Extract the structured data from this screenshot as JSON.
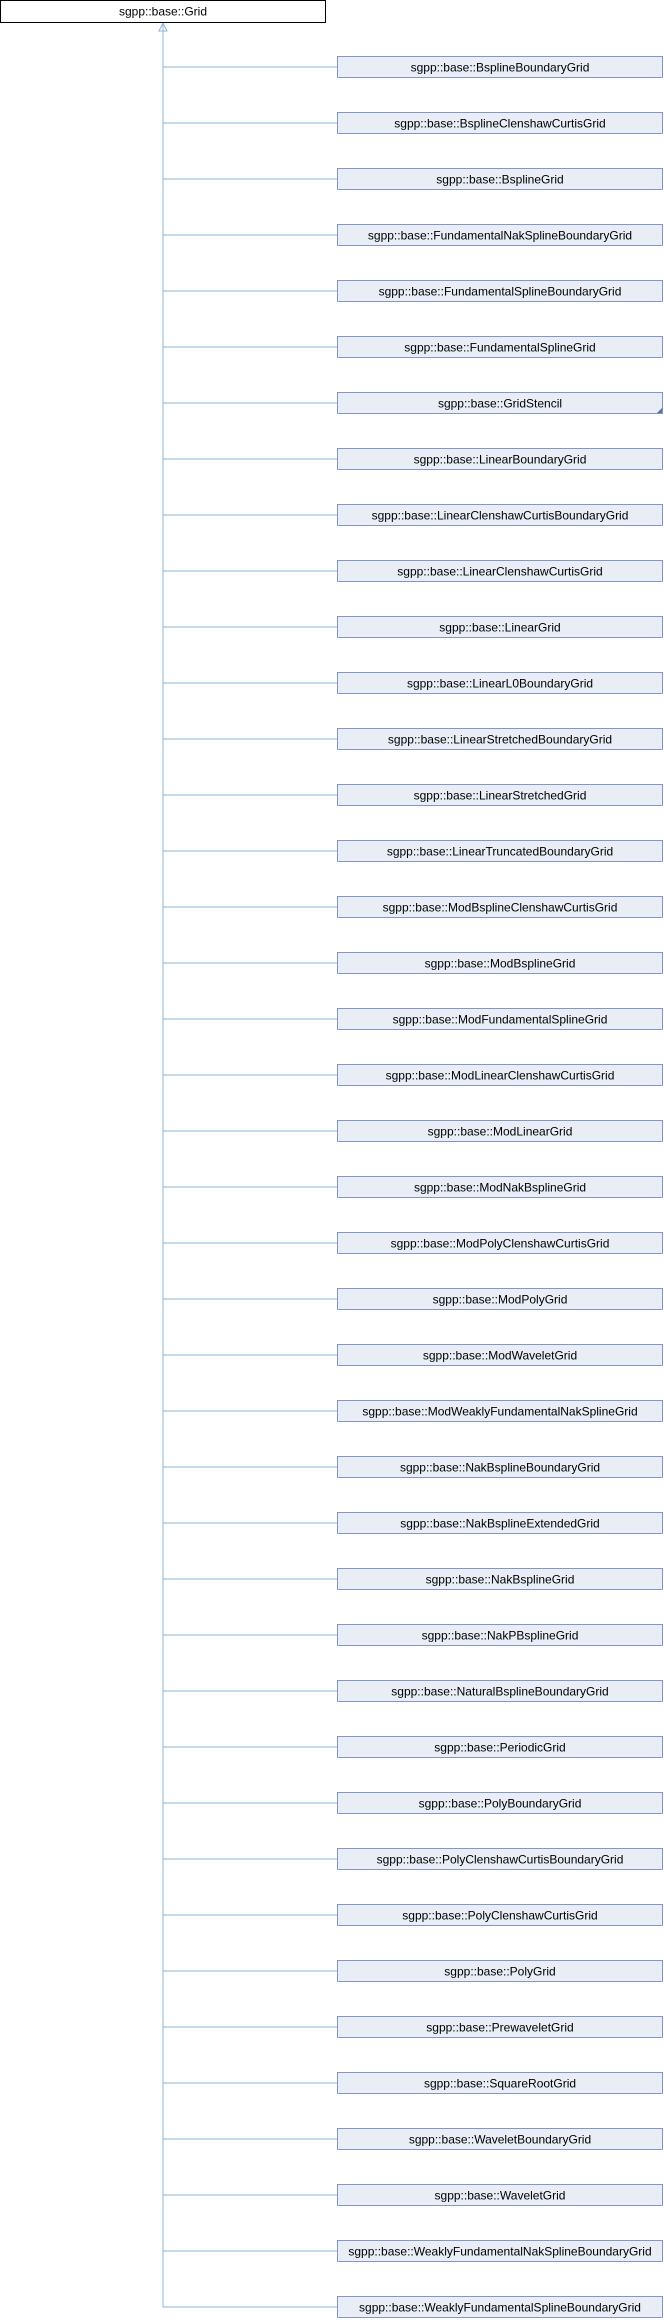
{
  "colors": {
    "base_fill": "#ffffff",
    "base_stroke": "#000000",
    "child_fill": "#e8edf6",
    "child_stroke": "#8496c5",
    "edge": "#8cb4dc",
    "text": "#000000"
  },
  "base_class": "sgpp::base::Grid",
  "derived_classes": [
    "sgpp::base::BsplineBoundaryGrid",
    "sgpp::base::BsplineClenshawCurtisGrid",
    "sgpp::base::BsplineGrid",
    "sgpp::base::FundamentalNakSplineBoundaryGrid",
    "sgpp::base::FundamentalSplineBoundaryGrid",
    "sgpp::base::FundamentalSplineGrid",
    "sgpp::base::GridStencil",
    "sgpp::base::LinearBoundaryGrid",
    "sgpp::base::LinearClenshawCurtisBoundaryGrid",
    "sgpp::base::LinearClenshawCurtisGrid",
    "sgpp::base::LinearGrid",
    "sgpp::base::LinearL0BoundaryGrid",
    "sgpp::base::LinearStretchedBoundaryGrid",
    "sgpp::base::LinearStretchedGrid",
    "sgpp::base::LinearTruncatedBoundaryGrid",
    "sgpp::base::ModBsplineClenshawCurtisGrid",
    "sgpp::base::ModBsplineGrid",
    "sgpp::base::ModFundamentalSplineGrid",
    "sgpp::base::ModLinearClenshawCurtisGrid",
    "sgpp::base::ModLinearGrid",
    "sgpp::base::ModNakBsplineGrid",
    "sgpp::base::ModPolyClenshawCurtisGrid",
    "sgpp::base::ModPolyGrid",
    "sgpp::base::ModWaveletGrid",
    "sgpp::base::ModWeaklyFundamentalNakSplineGrid",
    "sgpp::base::NakBsplineBoundaryGrid",
    "sgpp::base::NakBsplineExtendedGrid",
    "sgpp::base::NakBsplineGrid",
    "sgpp::base::NakPBsplineGrid",
    "sgpp::base::NaturalBsplineBoundaryGrid",
    "sgpp::base::PeriodicGrid",
    "sgpp::base::PolyBoundaryGrid",
    "sgpp::base::PolyClenshawCurtisBoundaryGrid",
    "sgpp::base::PolyClenshawCurtisGrid",
    "sgpp::base::PolyGrid",
    "sgpp::base::PrewaveletGrid",
    "sgpp::base::SquareRootGrid",
    "sgpp::base::WaveletBoundaryGrid",
    "sgpp::base::WaveletGrid",
    "sgpp::base::WeaklyFundamentalNakSplineBoundaryGrid",
    "sgpp::base::WeaklyFundamentalSplineBoundaryGrid"
  ],
  "has_more_children": [
    "sgpp::base::GridStencil"
  ]
}
